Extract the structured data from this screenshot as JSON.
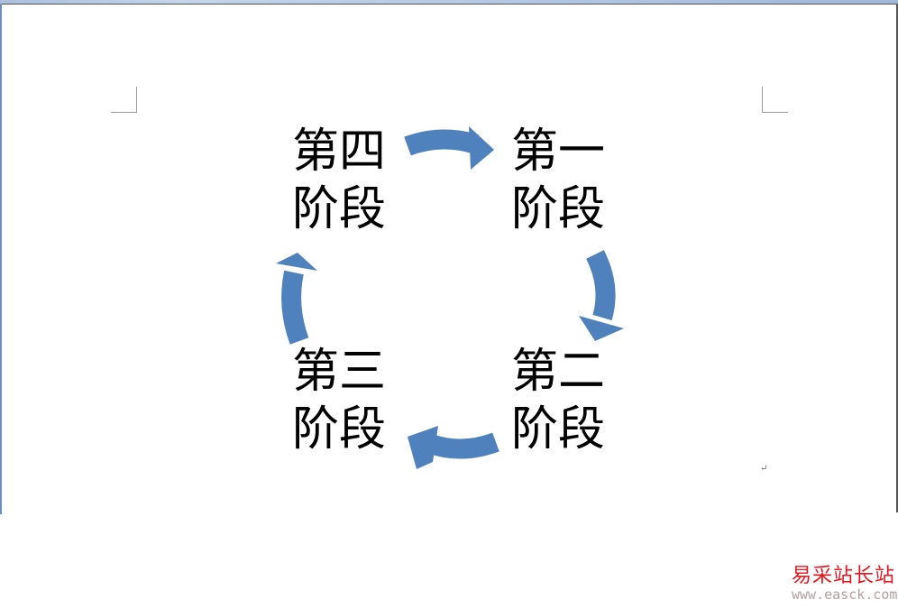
{
  "diagram": {
    "stages": [
      {
        "line1": "第一",
        "line2": "阶段"
      },
      {
        "line1": "第二",
        "line2": "阶段"
      },
      {
        "line1": "第三",
        "line2": "阶段"
      },
      {
        "line1": "第四",
        "line2": "阶段"
      }
    ],
    "arrow_color": "#4F81BD"
  },
  "paragraph_mark": "↵",
  "watermark": {
    "name": "易采站长站",
    "url": "www.easck.com"
  }
}
